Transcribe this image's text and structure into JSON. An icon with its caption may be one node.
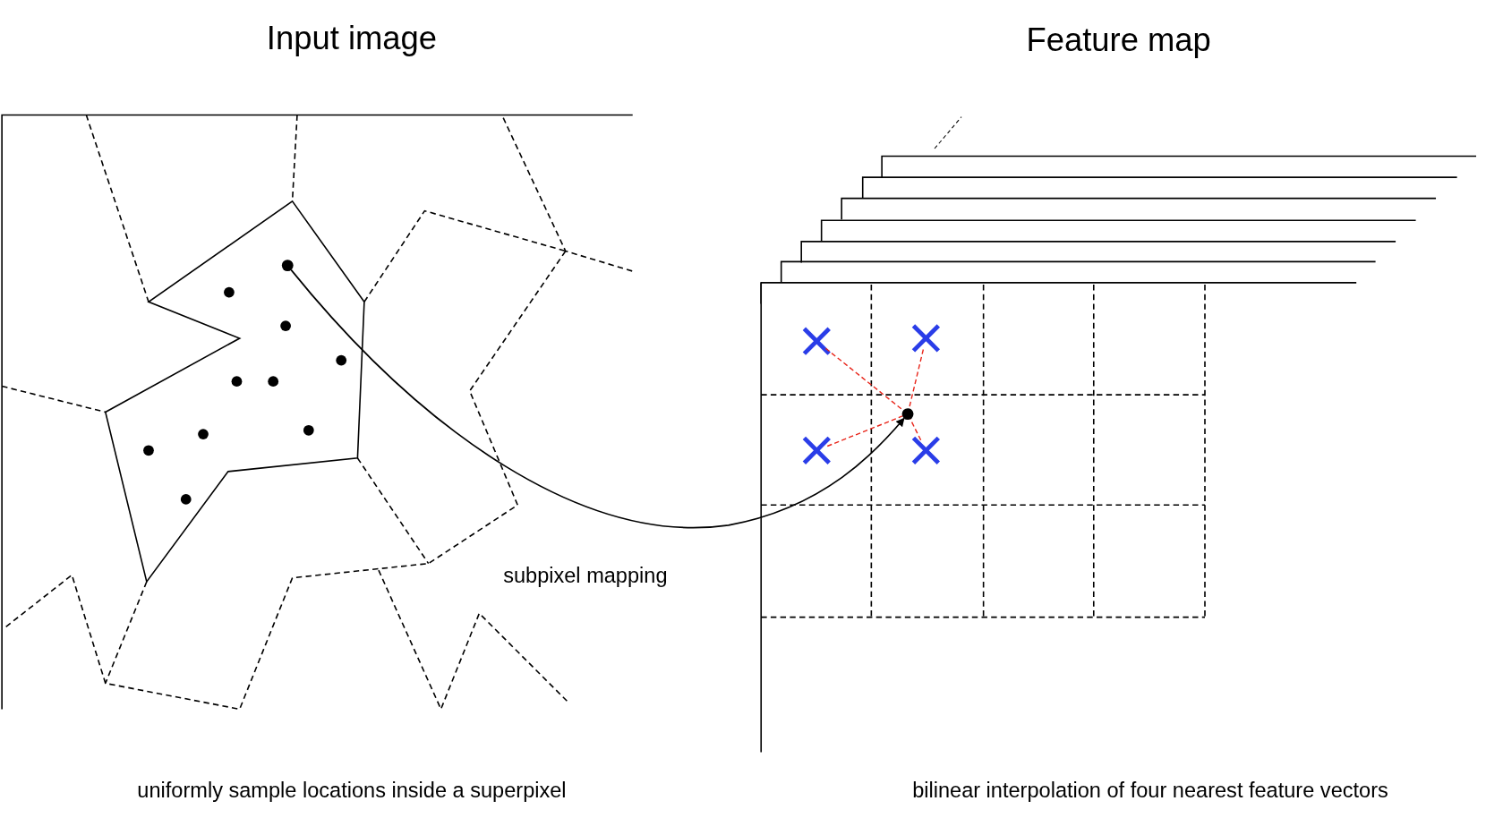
{
  "diagram": {
    "nodes": [
      {
        "text": [],
        "shape": "circle"
      },
      {
        "text": [],
        "shape": "circle"
      },
      {
        "text": [],
        "shape": "cross"
      },
      {
        "text": [],
        "shape": "cross"
      },
      {
        "text": [],
        "shape": "cross"
      },
      {
        "text": [],
        "shape": "cross"
      }
    ],
    "edges": [
      {
        "from": 0,
        "to": 1,
        "arrow": "to",
        "label": "subpixel mapping",
        "color": "#000000"
      },
      {
        "from": 2,
        "to": 1,
        "arrow": "none",
        "style": "dashed",
        "color": "#e8251a"
      },
      {
        "from": 3,
        "to": 1,
        "arrow": "none",
        "style": "dashed",
        "color": "#e8251a"
      },
      {
        "from": 4,
        "to": 1,
        "arrow": "none",
        "style": "dashed",
        "color": "#e8251a"
      },
      {
        "from": 5,
        "to": 1,
        "arrow": "none",
        "style": "dashed",
        "color": "#e8251a"
      }
    ],
    "labels": [
      "Input image",
      "Feature map",
      "uniformly sample locations inside a superpixel",
      "bilinear interpolation of four nearest feature vectors"
    ]
  }
}
